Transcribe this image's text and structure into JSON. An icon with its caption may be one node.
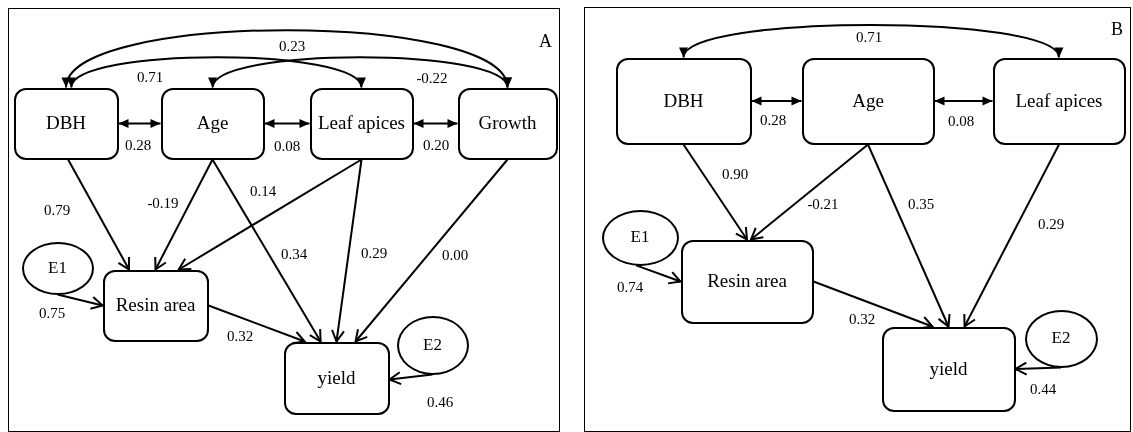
{
  "diagram": {
    "nodes": [
      {
        "text": [
          "A"
        ]
      },
      {
        "text": [
          "DBH"
        ],
        "in": 0
      },
      {
        "text": [
          "Age"
        ],
        "in": 0
      },
      {
        "text": [
          "Leaf apices"
        ],
        "in": 0
      },
      {
        "text": [
          "Growth"
        ],
        "in": 0
      },
      {
        "text": [
          "E1"
        ],
        "in": 0
      },
      {
        "text": [
          "Resin area"
        ],
        "in": 0
      },
      {
        "text": [
          "E2"
        ],
        "in": 0
      },
      {
        "text": [
          "yield"
        ],
        "in": 0
      },
      {
        "text": [
          "B"
        ]
      },
      {
        "text": [
          "DBH"
        ],
        "in": 9
      },
      {
        "text": [
          "Age"
        ],
        "in": 9
      },
      {
        "text": [
          "Leaf apices"
        ],
        "in": 9
      },
      {
        "text": [
          "E1"
        ],
        "in": 9
      },
      {
        "text": [
          "Resin area"
        ],
        "in": 9
      },
      {
        "text": [
          "E2"
        ],
        "in": 9
      },
      {
        "text": [
          "yield"
        ],
        "in": 9
      }
    ],
    "edges": [
      {
        "from": 1,
        "to": 4,
        "arrow": "both",
        "label": "0.23"
      },
      {
        "from": 1,
        "to": 3,
        "arrow": "both",
        "label": "0.71"
      },
      {
        "from": 2,
        "to": 4,
        "arrow": "both",
        "label": "-0.22"
      },
      {
        "from": 1,
        "to": 2,
        "arrow": "both",
        "label": "0.28"
      },
      {
        "from": 2,
        "to": 3,
        "arrow": "both",
        "label": "0.08"
      },
      {
        "from": 3,
        "to": 4,
        "arrow": "both",
        "label": "0.20"
      },
      {
        "from": 1,
        "to": 6,
        "arrow": "to",
        "label": "0.79"
      },
      {
        "from": 2,
        "to": 6,
        "arrow": "to",
        "label": "-0.19"
      },
      {
        "from": 2,
        "to": 8,
        "arrow": "to",
        "label": "0.34"
      },
      {
        "from": 3,
        "to": 6,
        "arrow": "to",
        "label": "0.14"
      },
      {
        "from": 3,
        "to": 8,
        "arrow": "to",
        "label": "0.29"
      },
      {
        "from": 4,
        "to": 8,
        "arrow": "to",
        "label": "0.00"
      },
      {
        "from": 5,
        "to": 6,
        "arrow": "to",
        "label": "0.75"
      },
      {
        "from": 6,
        "to": 8,
        "arrow": "to",
        "label": "0.32"
      },
      {
        "from": 7,
        "to": 8,
        "arrow": "to",
        "label": "0.46"
      },
      {
        "from": 10,
        "to": 12,
        "arrow": "both",
        "label": "0.71"
      },
      {
        "from": 10,
        "to": 11,
        "arrow": "both",
        "label": "0.28"
      },
      {
        "from": 11,
        "to": 12,
        "arrow": "both",
        "label": "0.08"
      },
      {
        "from": 10,
        "to": 14,
        "arrow": "to",
        "label": "0.90"
      },
      {
        "from": 11,
        "to": 14,
        "arrow": "to",
        "label": "-0.21"
      },
      {
        "from": 11,
        "to": 16,
        "arrow": "to",
        "label": "0.35"
      },
      {
        "from": 12,
        "to": 16,
        "arrow": "to",
        "label": "0.29"
      },
      {
        "from": 13,
        "to": 14,
        "arrow": "to",
        "label": "0.74"
      },
      {
        "from": 14,
        "to": 16,
        "arrow": "to",
        "label": "0.32"
      },
      {
        "from": 15,
        "to": 16,
        "arrow": "to",
        "label": "0.44"
      }
    ]
  }
}
